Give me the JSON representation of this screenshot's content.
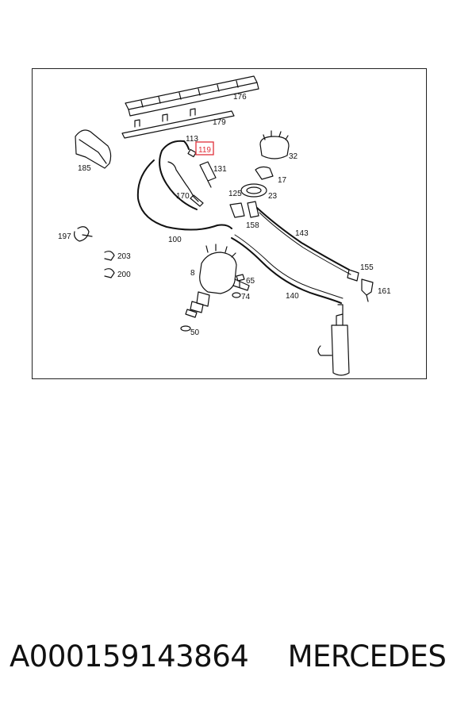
{
  "diagram": {
    "labels": {
      "l176": "176",
      "l179": "179",
      "l113": "113",
      "l119": "119",
      "l185": "185",
      "l32": "32",
      "l131": "131",
      "l17": "17",
      "l170": "170",
      "l125": "125",
      "l23": "23",
      "l158": "158",
      "l143": "143",
      "l197": "197",
      "l100": "100",
      "l203": "203",
      "l200": "200",
      "l8": "8",
      "l65": "65",
      "l155": "155",
      "l161": "161",
      "l74": "74",
      "l140": "140",
      "l50": "50"
    },
    "highlight_label": "119",
    "highlight_color": "#e0303a"
  },
  "caption": {
    "part_number": "A000159143864",
    "brand": "MERCEDES"
  }
}
